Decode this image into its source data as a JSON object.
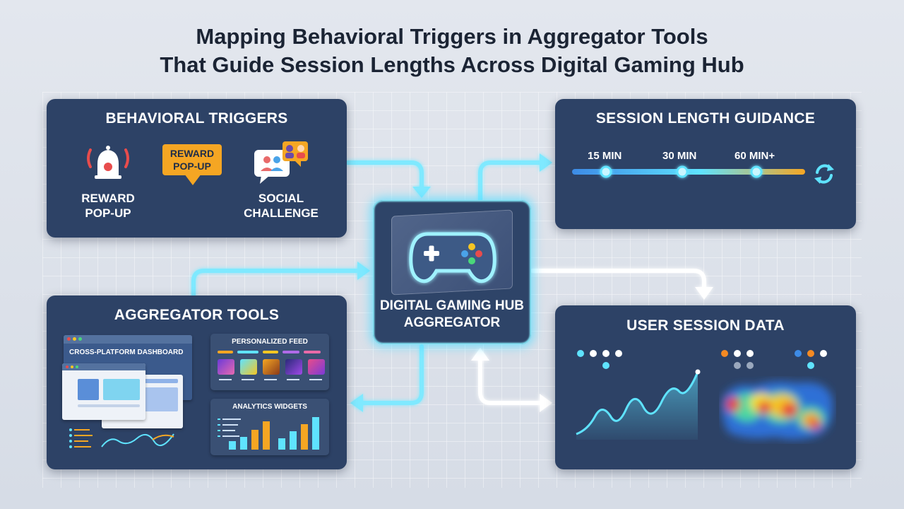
{
  "title": {
    "line1": "Mapping Behavioral Triggers in Aggregator Tools",
    "line2": "That Guide Session Lengths Across Digital Gaming Hub"
  },
  "behavioral_triggers": {
    "title": "BEHAVIORAL TRIGGERS",
    "badge_text": [
      "REWARD",
      "POP-UP"
    ],
    "items": [
      {
        "label_line1": "REWARD",
        "label_line2": "POP-UP",
        "icon": "bell-alarm-icon"
      },
      {
        "label_line1": "",
        "label_line2": "",
        "icon": "reward-popup-badge-icon"
      },
      {
        "label_line1": "SOCIAL",
        "label_line2": "CHALLENGE",
        "icon": "social-chat-icon"
      }
    ]
  },
  "session_length_guidance": {
    "title": "SESSION LENGTH GUIDANCE",
    "milestones": [
      "15 MIN",
      "30 MIN",
      "60 MIN+"
    ],
    "icon": "refresh-cycle-icon"
  },
  "hub": {
    "label_line1": "DIGITAL GAMING HUB",
    "label_line2": "AGGREGATOR",
    "icon": "gamepad-icon"
  },
  "aggregator_tools": {
    "title": "AGGREGATOR TOOLS",
    "dashboard_label": "CROSS-PLATFORM DASHBOARD",
    "feed_label": "PERSONALIZED FEED",
    "widgets_label": "ANALYTICS WIDGETS"
  },
  "user_session_data": {
    "title": "USER SESSION DATA"
  },
  "colors": {
    "panel": "#2d4266",
    "accent_cyan": "#5fe3ff",
    "accent_orange": "#f5a623",
    "background": "#dde2ea"
  }
}
